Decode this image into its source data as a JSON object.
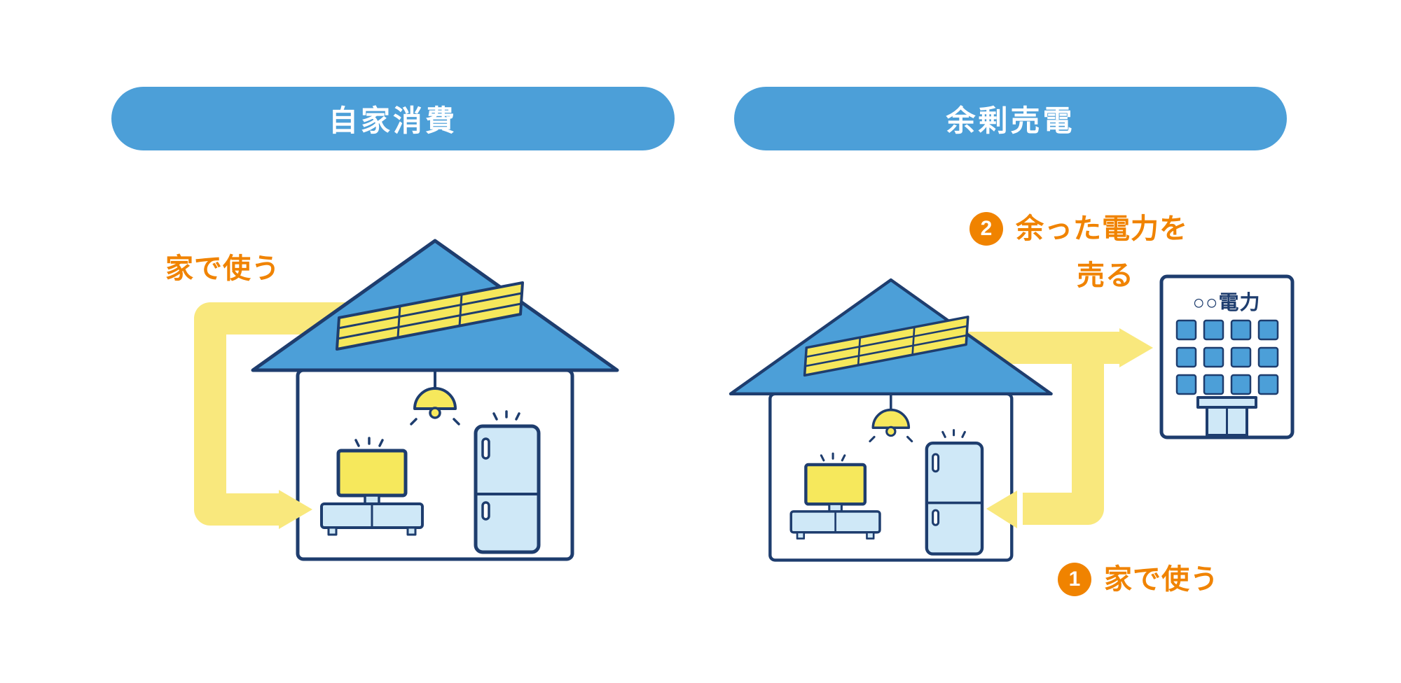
{
  "colors": {
    "background": "#ffffff",
    "pill_blue": "#4C9FD8",
    "navy": "#1E3D6E",
    "roof_blue": "#4C9FD8",
    "panel_yellow": "#F6E85C",
    "arrow_yellow": "#F9E87D",
    "light_blue": "#CFE8F7",
    "window_blue": "#4C9FD8",
    "orange": "#F08300"
  },
  "panels": {
    "left": {
      "title": "自家消費",
      "arrow_label": "家で使う"
    },
    "right": {
      "title": "余剰売電",
      "utility_company": "○○電力",
      "step2": {
        "number": "2",
        "line1": "余った電力を",
        "line2": "売る"
      },
      "step1": {
        "number": "1",
        "label": "家で使う"
      }
    }
  }
}
